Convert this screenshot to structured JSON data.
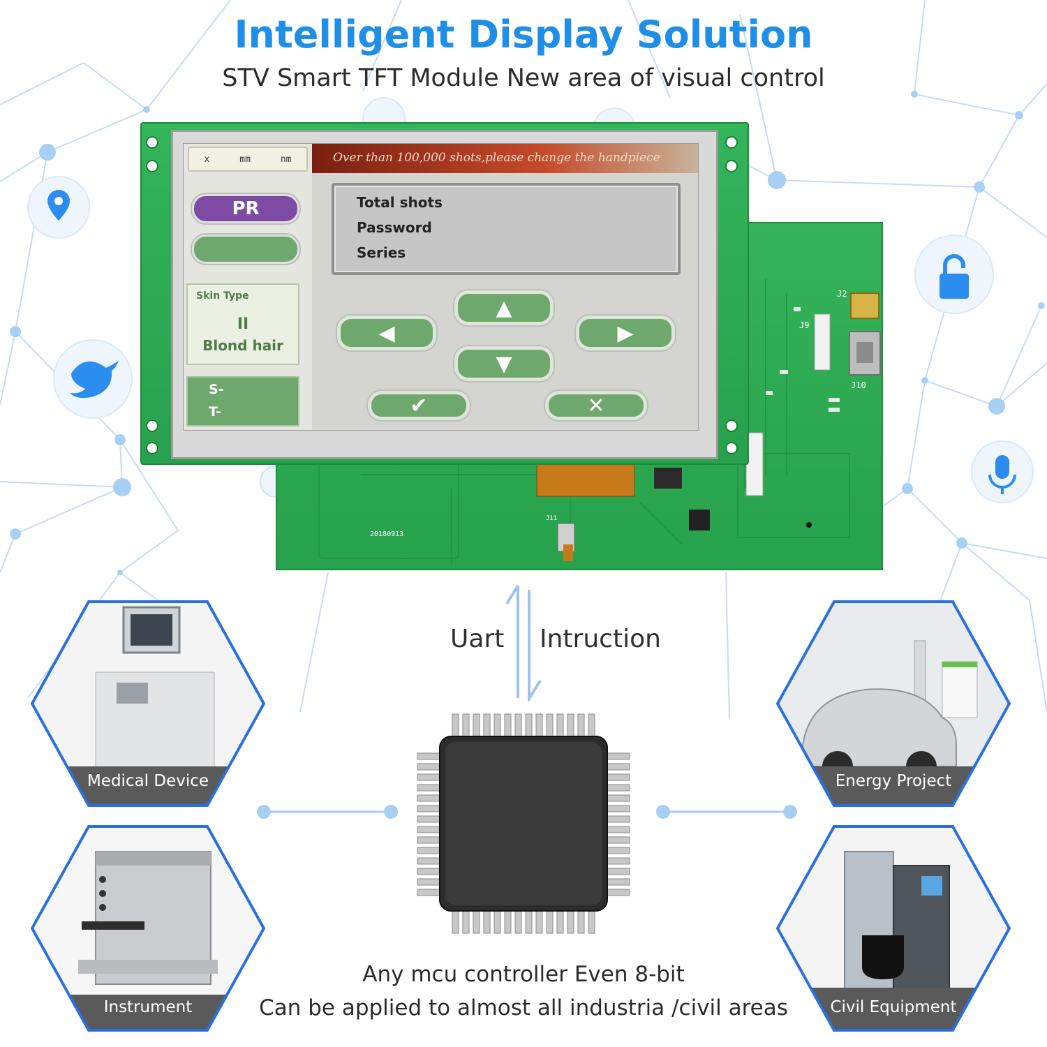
{
  "header": {
    "title": "Intelligent Display Solution",
    "subtitle": "STV Smart TFT Module New area of visual control"
  },
  "display_screen": {
    "banner": "Over than 100,000 shots,please change the handpiece",
    "units": [
      "x",
      "mm",
      "nm"
    ],
    "pr_button": "PR",
    "skin_label": "Skin Type",
    "skin_value": "II",
    "skin_hair": "Blond hair",
    "s_label": "S-",
    "t_label": "T-",
    "info_lines": [
      "Total shots",
      "Password",
      "Series"
    ],
    "keys": {
      "up": "▲",
      "down": "▼",
      "left": "◀",
      "right": "▶",
      "ok": "✔",
      "cancel": "✕"
    }
  },
  "pcb": {
    "labels": [
      "J2",
      "J9",
      "J10",
      "J11",
      "20180913"
    ]
  },
  "interface": {
    "left_label": "Uart",
    "right_label": "Intruction"
  },
  "applications": [
    {
      "name": "Medical Device"
    },
    {
      "name": "Energy Project"
    },
    {
      "name": "Instrument"
    },
    {
      "name": "Civil Equipment"
    }
  ],
  "footer": {
    "line1": "Any mcu controller Even 8-bit",
    "line2": "Can be applied to almost all industria /civil areas"
  },
  "icons": [
    "location-icon",
    "bird-icon",
    "lock-icon",
    "microphone-icon",
    "chip-icon"
  ],
  "colors": {
    "title_blue": "#1e8ee6",
    "network_node": "#9ccbf3",
    "network_line": "#b7d8f5",
    "pcb_green": "#2faa53",
    "hex_border": "#2a6fe0",
    "label_band": "#5b5b5b"
  }
}
